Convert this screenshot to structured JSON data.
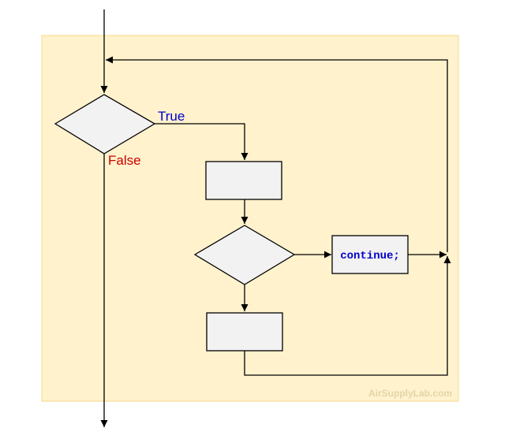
{
  "labels": {
    "true_branch": "True",
    "false_branch": "False",
    "continue_statement": "continue;",
    "watermark": "AirSupplyLab.com"
  },
  "colors": {
    "background": "#ffffff",
    "loop_region_fill": "#fff2cc",
    "loop_region_border": "#f5d88a",
    "shape_fill": "#f2f2f2",
    "stroke": "#000000",
    "true_label": "#0000cc",
    "false_label": "#cc0000",
    "continue_text": "#0000cc",
    "watermark": "#e4d4a8"
  }
}
